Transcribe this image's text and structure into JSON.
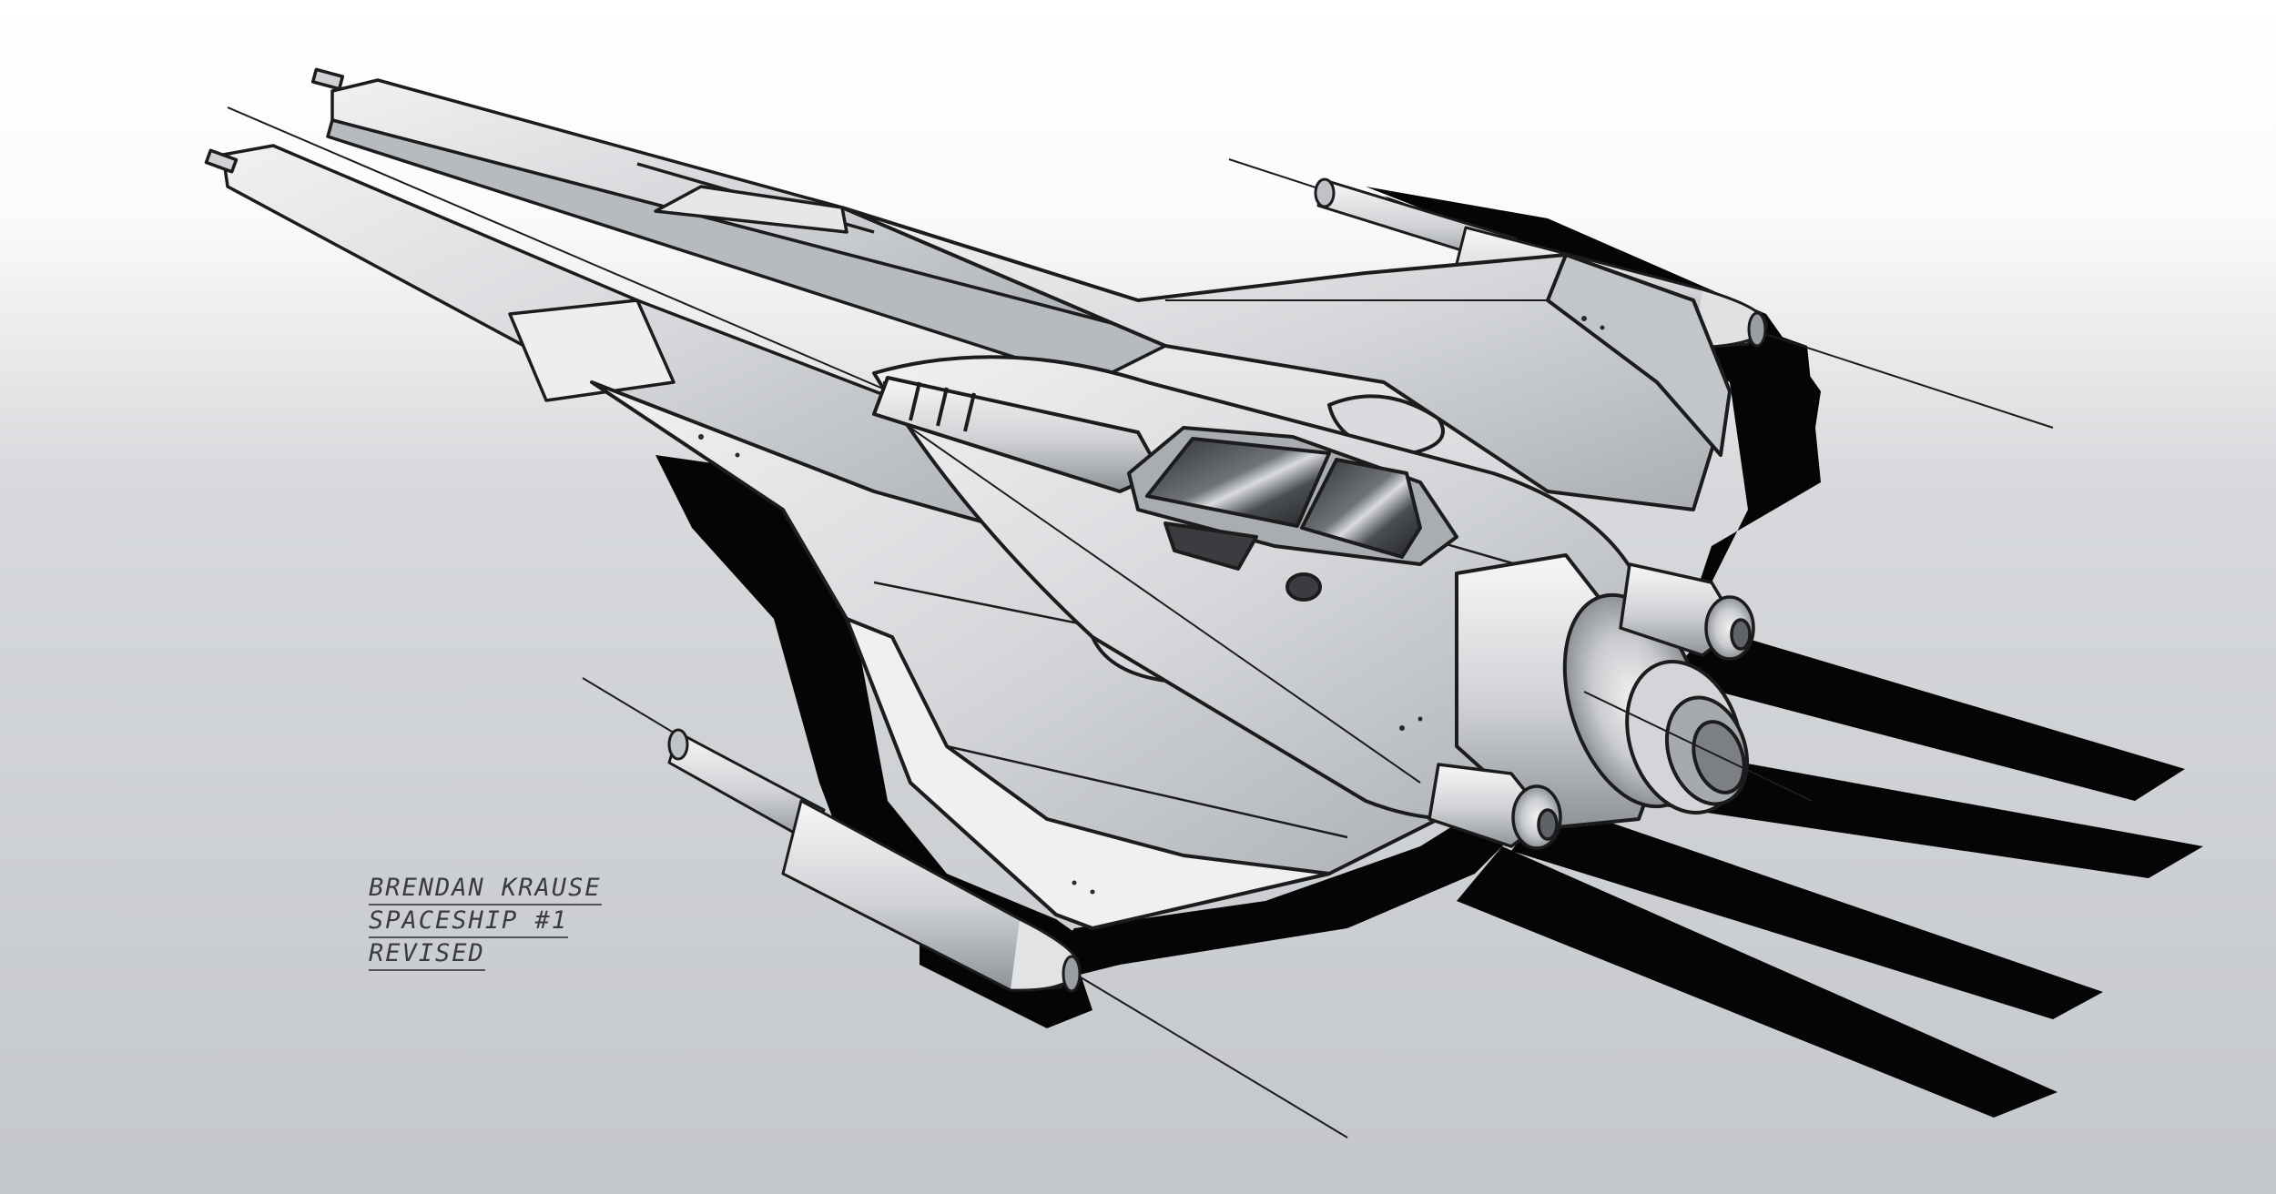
{
  "caption": {
    "line1": "BRENDAN KRAUSE",
    "line2": "SPACESHIP #1",
    "line3": "REVISED"
  },
  "colors": {
    "background_top": "#ffffff",
    "background_bottom": "#c9ccd1",
    "hull": "#d9dbde",
    "hull_highlight": "#f4f5f6",
    "hull_shadow": "#9fa3a8",
    "outline": "#1c1c1c",
    "cast_shadow": "#050505",
    "canopy": "#3a3c40"
  }
}
